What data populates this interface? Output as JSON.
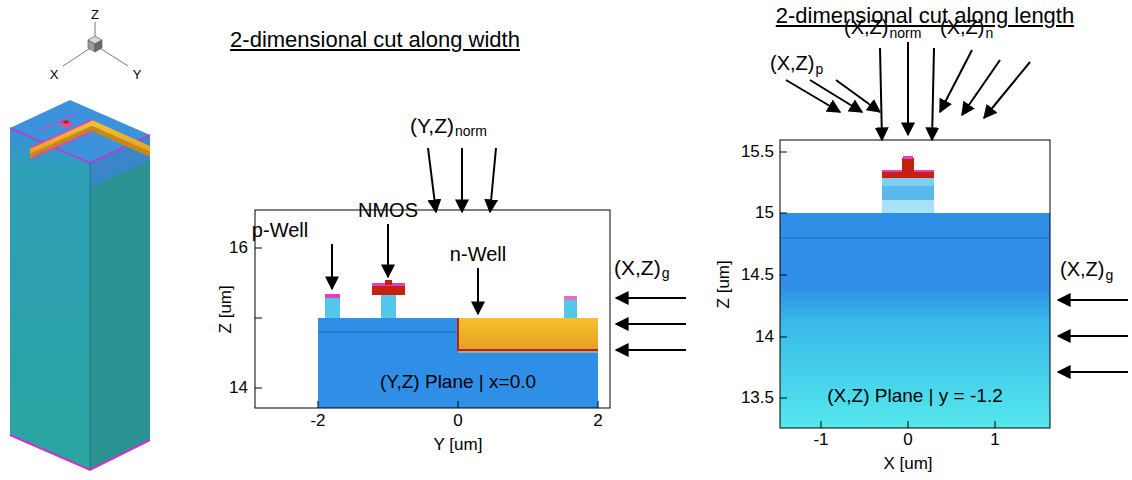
{
  "diagram": {
    "labels": [
      "Z",
      "X",
      "Y",
      "2-dimensional cut along width",
      "(Y,Z)",
      "norm",
      "p-Well",
      "NMOS",
      "n-Well",
      "(X,Z)",
      "g",
      "16",
      "14",
      "Z [um]",
      "(Y,Z) Plane | x=0.0",
      "-2",
      "0",
      "2",
      "Y [um]",
      "2-dimensional cut along length",
      "(X,Z)",
      "p",
      "(X,Z)",
      "norm",
      "(X,Z)",
      "n",
      "15.5",
      "15",
      "14.5",
      "14",
      "13.5",
      "Z [um]",
      "(X,Z)",
      "g",
      "(X,Z) Plane | y = -1.2",
      "-1",
      "0",
      "1",
      "X [um]"
    ]
  }
}
